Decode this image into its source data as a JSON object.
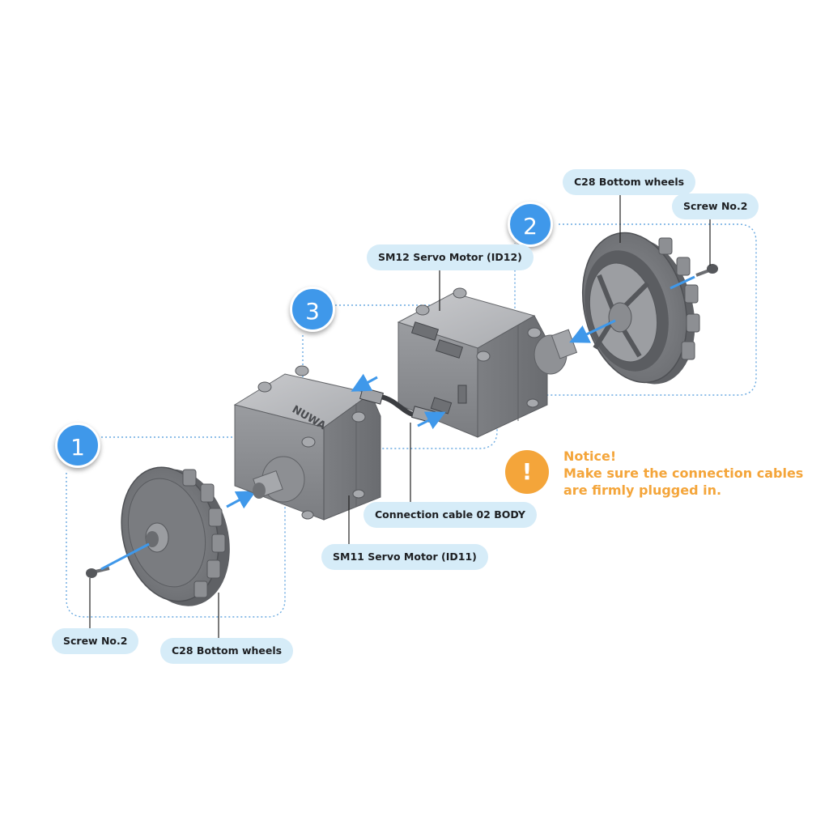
{
  "steps": {
    "one": "1",
    "two": "2",
    "three": "3"
  },
  "labels": {
    "wheel_top": "C28 Bottom wheels",
    "screw_top": "Screw No.2",
    "sm12": "SM12 Servo Motor (ID12)",
    "cable": "Connection cable 02 BODY",
    "sm11": "SM11 Servo Motor (ID11)",
    "screw_bottom": "Screw No.2",
    "wheel_bottom": "C28 Bottom wheels"
  },
  "notice": {
    "icon": "!",
    "title": "Notice!",
    "line1": "Make sure the connection cables",
    "line2": "are firmly plugged in."
  },
  "motor_marking": "NUWA",
  "colors": {
    "step_blue": "#3f98ea",
    "label_bg": "#d6ecf8",
    "notice_orange": "#f4a53a",
    "arrow_blue": "#3f98ea",
    "part_gray": "#8a8c90"
  }
}
